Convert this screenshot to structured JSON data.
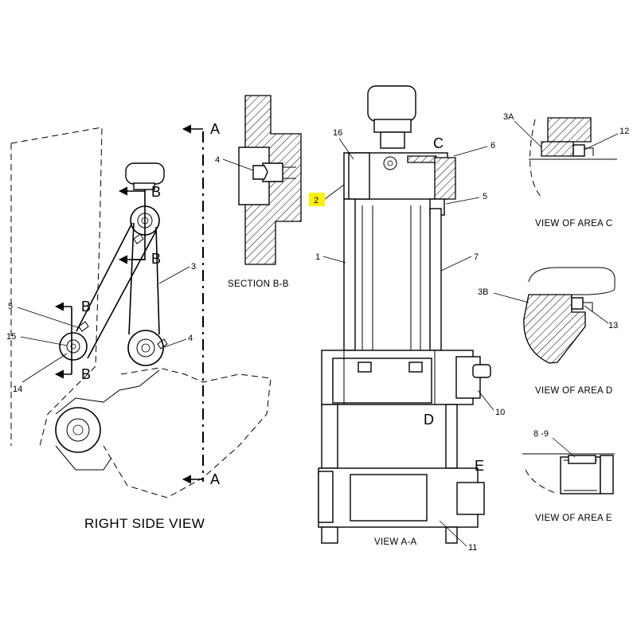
{
  "views": {
    "right_side": "RIGHT SIDE VIEW",
    "section_bb": "SECTION B-B",
    "view_aa": "VIEW A-A",
    "area_c": "VIEW OF AREA C",
    "area_d": "VIEW OF AREA D",
    "area_e": "VIEW OF AREA E"
  },
  "section_letters": {
    "a": "A",
    "b": "B",
    "c": "C",
    "d": "D",
    "e": "E"
  },
  "callouts": {
    "n1": "1",
    "n2": "2",
    "n3": "3",
    "n3a": "3A",
    "n3b": "3B",
    "n4": "4",
    "n5": "5",
    "n6": "6",
    "n7": "7",
    "n8_9": "8 -9",
    "n10": "10",
    "n11": "11",
    "n12": "12",
    "n13": "13",
    "n14": "14",
    "n15": "15",
    "n16": "16"
  },
  "highlight_color": "#fff200"
}
